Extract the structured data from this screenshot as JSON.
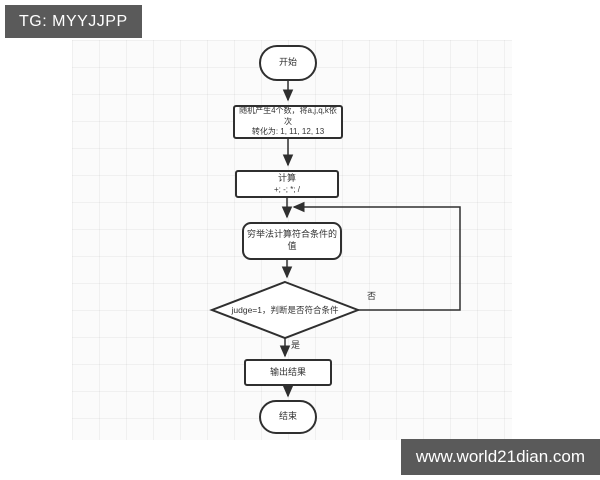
{
  "header": {
    "badge": "TG: MYYJJPP"
  },
  "footer": {
    "url": "www.world21dian.com"
  },
  "colors": {
    "watermark_bg": "#5a5a5a",
    "node_border": "#2f2f2f",
    "canvas_bg": "#fbfbfb"
  },
  "flowchart": {
    "nodes": {
      "start": {
        "label": "开始"
      },
      "generate": {
        "line1": "随机产生4个数，将a,j,q,k依次",
        "line2": "转化为: 1, 11, 12, 13"
      },
      "calculate": {
        "line1": "计算",
        "line2": "+; -; *; /"
      },
      "exhaustive": {
        "label": "穷举法计算符合条件的值"
      },
      "judge": {
        "label": "judge=1，判断是否符合条件"
      },
      "output": {
        "label": "输出结果"
      },
      "end": {
        "label": "结束"
      }
    },
    "edges": {
      "no_label": "否",
      "yes_label": "是"
    }
  }
}
